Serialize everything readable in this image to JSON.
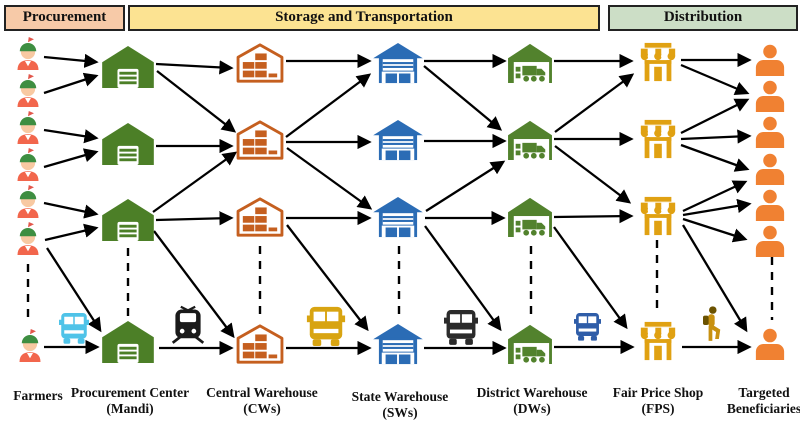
{
  "headers": [
    {
      "label": "Procurement"
    },
    {
      "label": "Storage and Transportation"
    },
    {
      "label": "Distribution"
    }
  ],
  "column_labels": [
    {
      "line1": "Farmers",
      "line2": ""
    },
    {
      "line1": "Procurement Center",
      "line2": "(Mandi)"
    },
    {
      "line1": "Central Warehouse",
      "line2": "(CWs)"
    },
    {
      "line1": "State Warehouse",
      "line2": "(SWs)"
    },
    {
      "line1": "District Warehouse",
      "line2": "(DWs)"
    },
    {
      "line1": "Fair Price Shop",
      "line2": "(FPS)"
    },
    {
      "line1": "Targeted",
      "line2": "Beneficiaries"
    }
  ],
  "flow_sequence": [
    "Farmers",
    "Procurement Center (Mandi)",
    "Central Warehouse (CWs)",
    "State Warehouse (SWs)",
    "District Warehouse (DWs)",
    "Fair Price Shop (FPS)",
    "Targeted Beneficiaries"
  ],
  "node_counts": {
    "farmers": 7,
    "procurement_centers": 4,
    "central_warehouses": 4,
    "state_warehouses": 4,
    "district_warehouses": 4,
    "fair_price_shops": 4,
    "beneficiaries": 7
  },
  "icons": {
    "farmer-icon": "person with green head-wrap and red shirt",
    "mandi-icon": "green warehouse with shutter door",
    "central-warehouse-icon": "orange warehouse outline with stacked crates",
    "state-warehouse-icon": "blue warehouse with shutter and boxes",
    "district-warehouse-icon": "green warehouse with delivery truck",
    "fps-icon": "yellow storefront with striped awning",
    "beneficiary-icon": "orange person silhouette",
    "cyan-bus-icon": "light blue bus front",
    "train-icon": "black train front",
    "yellow-bus-icon": "yellow bus front",
    "black-bus-icon": "black bus front",
    "blue-bus-icon": "blue bus front",
    "walking-person-icon": "person walking with backpack"
  },
  "colors": {
    "header-procurement-bg": "#F7CAA8",
    "header-storage-bg": "#FCE392",
    "header-distribution-bg": "#CCDEC6",
    "arrow": "#000000",
    "mandi": "#4C7F27",
    "cw": "#C55F1F",
    "sw": "#2B6CB5",
    "dw": "#52822D",
    "fps": "#E0A112",
    "ben": "#F08132",
    "farmer-shirt": "#F2664C",
    "farmer-skin": "#F8C9A2",
    "farmer-turban": "#3E8E41",
    "farmer-tuft": "#E2574C",
    "bus-cyan": "#4FC3E8",
    "bus-yellow": "#D8A411",
    "bus-black": "#2B2B2B",
    "bus-blue": "#2F5DA8",
    "train": "#1A1A1A",
    "walker": "#C89110",
    "walker-dark": "#6B5200"
  }
}
